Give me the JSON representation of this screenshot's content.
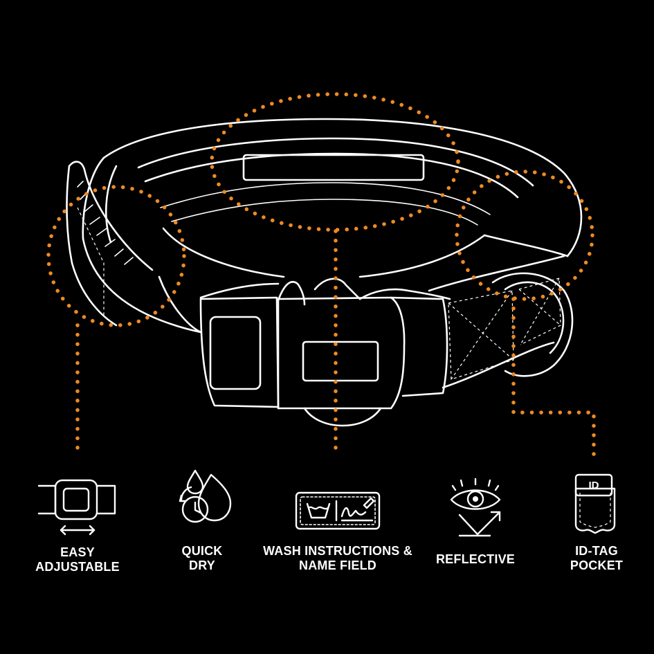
{
  "colors": {
    "background": "#000000",
    "line": "#ffffff",
    "accent": "#ee8a23"
  },
  "features": [
    {
      "id": "easy-adjustable",
      "icon": "adjustable-buckle-icon",
      "lines": [
        "EASY",
        "ADJUSTABLE"
      ]
    },
    {
      "id": "quick-dry",
      "icon": "droplets-clock-icon",
      "lines": [
        "QUICK",
        "DRY"
      ]
    },
    {
      "id": "wash-name",
      "icon": "wash-label-icon",
      "lines": [
        "WASH INSTRUCTIONS &",
        "NAME FIELD"
      ]
    },
    {
      "id": "reflective",
      "icon": "eye-reflect-icon",
      "lines": [
        "REFLECTIVE"
      ]
    },
    {
      "id": "id-tag-pocket",
      "icon": "id-pocket-icon",
      "lines": [
        "ID-TAG",
        "POCKET"
      ]
    }
  ],
  "icons": {
    "id_tag_text": "ID"
  }
}
